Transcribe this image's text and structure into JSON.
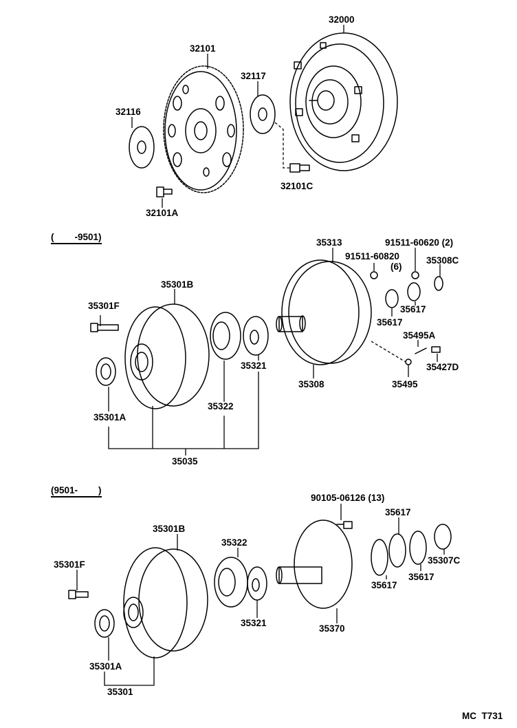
{
  "sections": {
    "early": "(        -9501)",
    "late": "(9501-        )"
  },
  "diagram_code": "MC  T731",
  "labels": {
    "p32000": "32000",
    "p32101": "32101",
    "p32117": "32117",
    "p32116": "32116",
    "p32101C": "32101C",
    "p32101A": "32101A",
    "p35313": "35313",
    "p91511_60620": "91511-60620 (2)",
    "p91511_60820": "91511-60820",
    "p91511_60820_qty": "(6)",
    "p35308C": "35308C",
    "p35301B_a": "35301B",
    "p35301F_a": "35301F",
    "p35617_a": "35617",
    "p35617_b": "35617",
    "p35495A": "35495A",
    "p35427D": "35427D",
    "p35321_a": "35321",
    "p35308": "35308",
    "p35495": "35495",
    "p35301A_a": "35301A",
    "p35322_a": "35322",
    "p35035": "35035",
    "p90105": "90105-06126 (13)",
    "p35617_c": "35617",
    "p35301B_b": "35301B",
    "p35322_b": "35322",
    "p35301F_b": "35301F",
    "p35307C": "35307C",
    "p35617_d": "35617",
    "p35617_e": "35617",
    "p35321_b": "35321",
    "p35370": "35370",
    "p35301A_b": "35301A",
    "p35301": "35301"
  }
}
